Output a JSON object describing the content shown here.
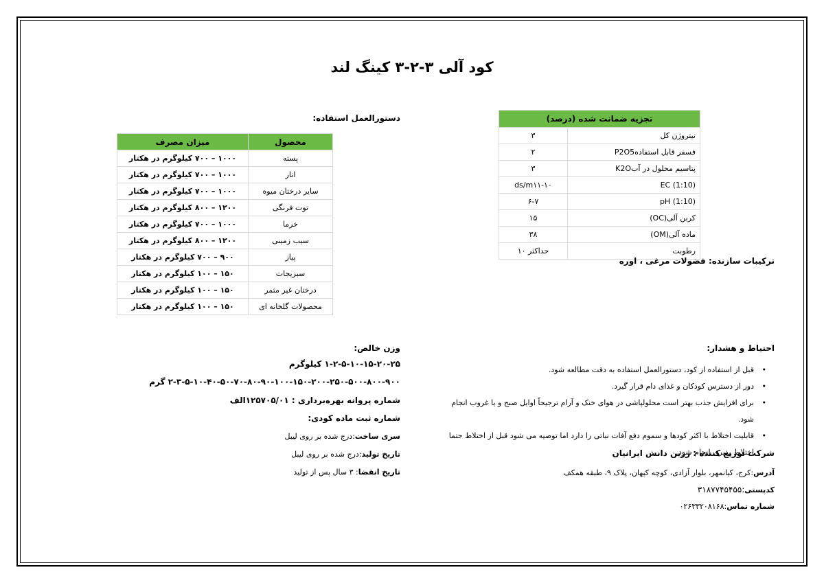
{
  "title": "کود آلی ۳-۲-۳ کینگ لند",
  "analysis": {
    "header": "تجزیه ضمانت شده (درصد)",
    "rows": [
      {
        "name": "نیتروژن کل",
        "value": "۳"
      },
      {
        "name": "فسفر قابل استفادهP2O5",
        "value": "۲"
      },
      {
        "name": "پتاسیم محلول در آبK2O",
        "value": "۳"
      },
      {
        "name": "EC (1:10)",
        "value": "ds/m۱۱-۱۰"
      },
      {
        "name": "pH (1:10)",
        "value": "۶-۷"
      },
      {
        "name": "کربن آلی(OC)",
        "value": "۱۵"
      },
      {
        "name": "ماده آلی(OM)",
        "value": "۳۸"
      },
      {
        "name": "رطوبت",
        "value": "حداکثر ۱۰"
      }
    ]
  },
  "composition": "ترکیبات سازنده: فضولات مرغی ، اوره",
  "usage": {
    "heading": "دستورالعمل استفاده:",
    "col_product": "محصول",
    "col_rate": "میزان مصرف",
    "rows": [
      {
        "product": "پسته",
        "rate": "۱۰۰۰ – ۷۰۰ کیلوگرم در هکتار"
      },
      {
        "product": "انار",
        "rate": "۱۰۰۰ – ۷۰۰ کیلوگرم در هکتار"
      },
      {
        "product": "سایر درختان میوه",
        "rate": "۱۰۰۰ – ۷۰۰ کیلوگرم در هکتار"
      },
      {
        "product": "توت فرنگی",
        "rate": "۱۲۰۰ – ۸۰۰ کیلوگرم در هکتار"
      },
      {
        "product": "خرما",
        "rate": "۱۰۰۰ – ۷۰۰ کیلوگرم در هکتار"
      },
      {
        "product": "سیب زمینی",
        "rate": "۱۲۰۰ – ۸۰۰ کیلوگرم در هکتار"
      },
      {
        "product": "پیاز",
        "rate": "۹۰۰ – ۷۰۰ کیلوگرم در هکتار"
      },
      {
        "product": "سبزیجات",
        "rate": "۱۵۰ – ۱۰۰ کیلوگرم در هکتار"
      },
      {
        "product": "درختان غیر مثمر",
        "rate": "۱۵۰ – ۱۰۰ کیلوگرم در هکتار"
      },
      {
        "product": "محصولات گلخانه ای",
        "rate": "۱۵۰ – ۱۰۰ کیلوگرم در هکتار"
      }
    ]
  },
  "caution": {
    "heading": "احتیاط و هشدار:",
    "items": [
      "قبل از استفاده از کود، دستورالعمل استفاده به دقت مطالعه شود.",
      "دور از دسترس کودکان و غذای دام قرار گیرد.",
      "برای افزایش جذب بهتر است محلولپاشی در هوای خنک و آرام ترجیحاً اوایل صبح و یا غروب انجام شود.",
      "قابلیت اختلاط با اکثر کودها و سموم دفع آفات نباتی را دارد اما توصیه می شود قبل از اختلاط حتما اختلاط پذیری انجام شود."
    ]
  },
  "distributor": {
    "company": "شرکت توزیع کننده : زرین دانش ایرانیان",
    "address_label": "آدرس",
    "address": ":کرج، کیانمهر، بلوار آزادی، کوچه کیهان، پلاک ۹، طبقه همکف",
    "postal_label": "کدپستی",
    "postal": ":۳۱۸۷۷۴۵۴۵۵",
    "phone_label": "شماره تماس",
    "phone": ":۰۲۶۳۳۲۰۸۱۶۸"
  },
  "weight": {
    "heading": "وزن خالص:",
    "kg_line": "۱-۲-۵-۱۰-۱۵-۲۰-۲۵ کیلوگرم",
    "g_line": "۲-۳-۵-۱۰-۴۰-۵۰-۷۰-۸۰-۹۰-۱۰۰-۱۵۰-۲۰۰-۲۵۰-۵۰۰-۸۰۰-۹۰۰ گرم"
  },
  "license": "شماره پروانه بهره‌برداری : ۱۲۵۷۰۵/۰۱الف",
  "registration": "شماره ثبت ماده کودی:",
  "batch_label": "سری ساخت",
  "batch": ":درج شده بر روی لیبل",
  "prod_label": "تاریخ تولید",
  "prod": ":درج شده بر روی لیبل",
  "expiry_label": "تاریخ انقضا",
  "expiry": ": ۳ سال پس از تولید"
}
